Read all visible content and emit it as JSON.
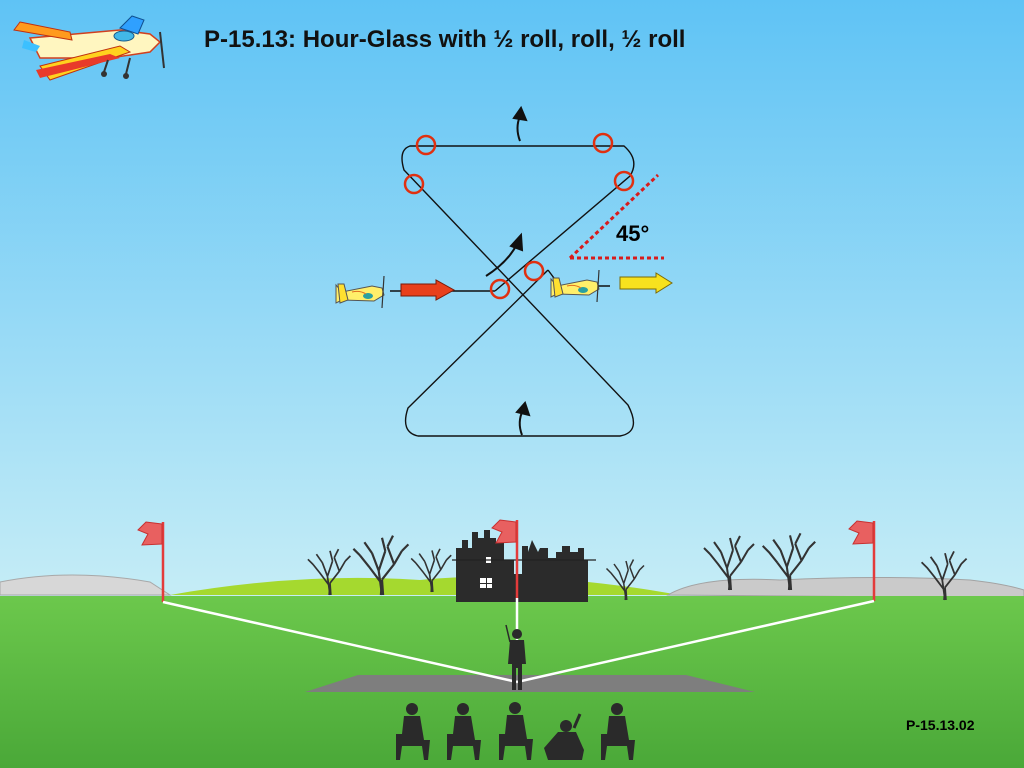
{
  "title": "P-15.13: Hour-Glass with ½ roll, roll, ½ roll",
  "angle_label": "45°",
  "figure_ref": "P-15.13.02",
  "colors": {
    "sky_top": "#5fc3f5",
    "sky_bottom": "#c4ecf6",
    "grass": "#5cbe45",
    "roll_marker": "#e03010",
    "angle_line": "#d81b1b",
    "entry_arrow": "#e8401c",
    "exit_arrow": "#f7e21e",
    "flag": "#e33b3b"
  },
  "icons": [
    "aerobatic-plane-logo-icon",
    "entry-plane-icon",
    "exit-plane-icon",
    "tree-icon",
    "flag-icon",
    "castle-icon",
    "pilot-icon",
    "judge-icon"
  ]
}
